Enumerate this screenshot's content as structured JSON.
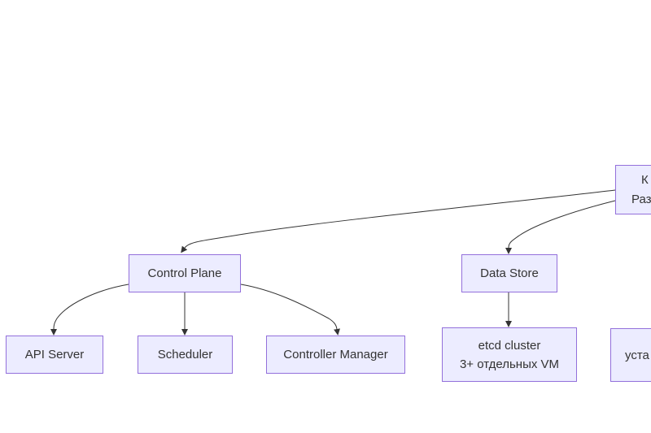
{
  "diagram": {
    "type": "flowchart",
    "colors": {
      "background": "#ffffff",
      "node_fill": "#ECECFF",
      "node_border": "#9370DB",
      "edge": "#333333",
      "text": "#333333"
    },
    "nodes": {
      "root": {
        "line1": "К",
        "line2": "Раз",
        "truncated_right": true
      },
      "control_plane": {
        "label": "Control Plane"
      },
      "data_store": {
        "label": "Data Store"
      },
      "api_server": {
        "label": "API Server"
      },
      "scheduler": {
        "label": "Scheduler"
      },
      "controller_manager": {
        "label": "Controller Manager"
      },
      "etcd": {
        "line1": "etcd cluster",
        "line2": "3+ отдельных VM"
      },
      "install": {
        "line1": "",
        "line2": "уста",
        "truncated_right": true
      }
    },
    "edges": [
      {
        "from": "root",
        "to": "control_plane"
      },
      {
        "from": "root",
        "to": "data_store"
      },
      {
        "from": "control_plane",
        "to": "api_server"
      },
      {
        "from": "control_plane",
        "to": "scheduler"
      },
      {
        "from": "control_plane",
        "to": "controller_manager"
      },
      {
        "from": "data_store",
        "to": "etcd"
      }
    ]
  }
}
